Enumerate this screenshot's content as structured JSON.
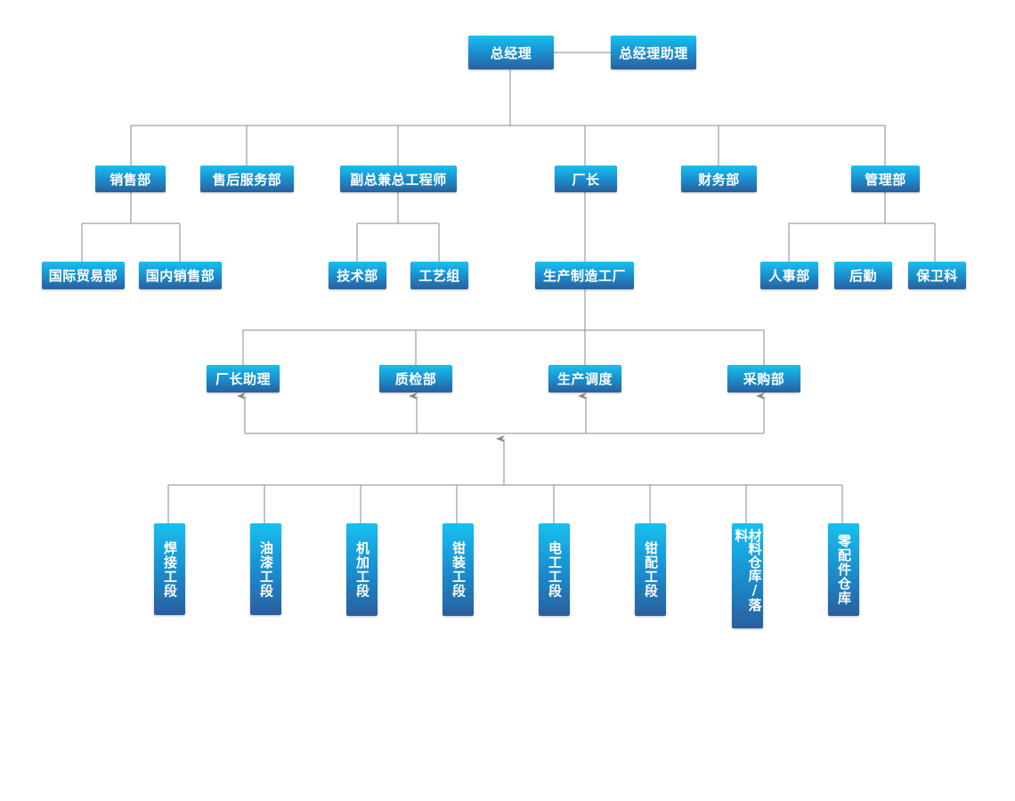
{
  "nodes": {
    "general_manager": "总经理",
    "gm_assistant": "总经理助理",
    "sales": "销售部",
    "after_sales": "售后服务部",
    "deputy_chief_engineer": "副总兼总工程师",
    "factory_director": "厂长",
    "finance": "财务部",
    "management": "管理部",
    "intl_trade": "国际贸易部",
    "domestic_sales": "国内销售部",
    "technology": "技术部",
    "process_group": "工艺组",
    "production_plant": "生产制造工厂",
    "hr": "人事部",
    "logistics": "后勤",
    "security": "保卫科",
    "director_assistant": "厂长助理",
    "quality": "质检部",
    "scheduling": "生产调度",
    "purchasing": "采购部",
    "welding": "焊接工段",
    "painting": "油漆工段",
    "machining": "机加工段",
    "fitting": "钳装工段",
    "electrical": "电工工段",
    "fitting_assembly": "钳配工段",
    "material_store": "材料仓库/落料",
    "parts_store": "零配件仓库"
  },
  "colors": {
    "node_top": "#17c0f0",
    "node_bottom": "#2a5f9d",
    "line": "#888888"
  }
}
